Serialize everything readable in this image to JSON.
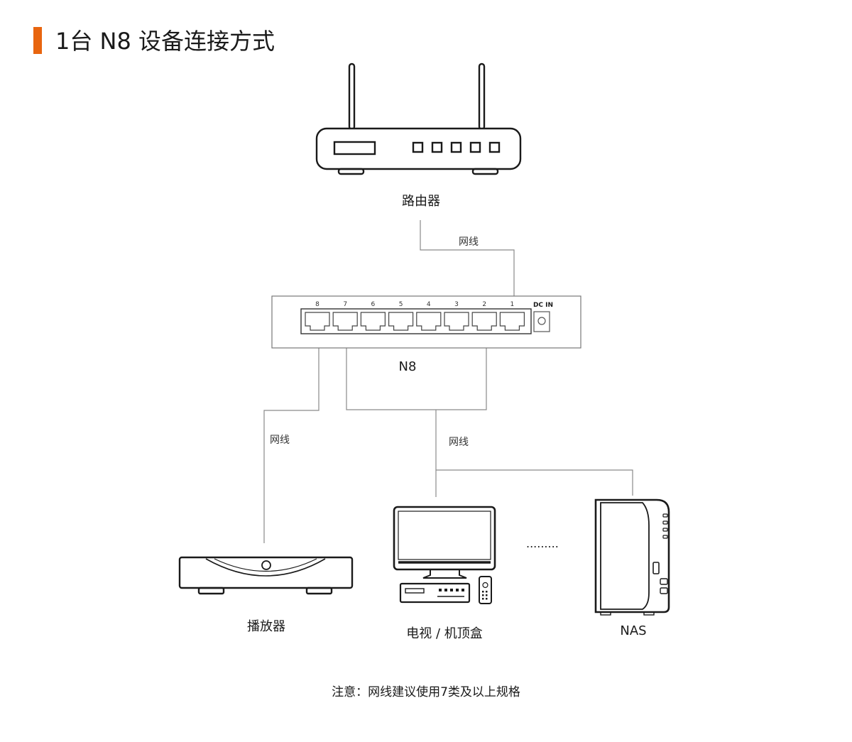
{
  "title": "1台 N8 设备连接方式",
  "devices": {
    "router": "路由器",
    "switch": "N8",
    "player": "播放器",
    "tv_stb": "电视 / 机顶盒",
    "nas": "NAS"
  },
  "cables": {
    "router_to_n8": "网线",
    "n8_to_player": "网线",
    "n8_to_tv_nas": "网线"
  },
  "ellipsis": ".........",
  "switch_panel": {
    "ports": [
      "8",
      "7",
      "6",
      "5",
      "4",
      "3",
      "2",
      "1"
    ],
    "dc_in": "DC IN"
  },
  "note": "注意：网线建议使用7类及以上规格",
  "colors": {
    "accent": "#e8650f",
    "line": "#1a1a1a",
    "cable": "#888888"
  }
}
